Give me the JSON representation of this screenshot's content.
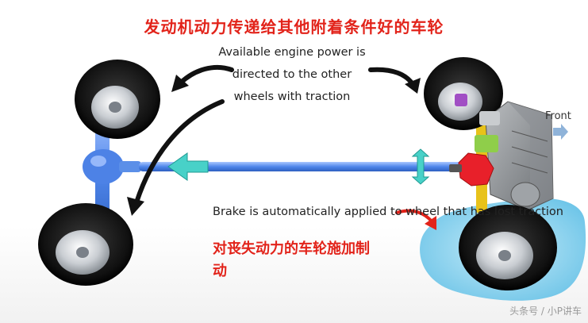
{
  "title_cn": "发动机动力传递给其他附着条件好的车轮",
  "engine_note": "Available engine power is directed to the other wheels with traction",
  "front_label": "Front",
  "brake_note": "Brake is automatically applied to wheel that has lost traction",
  "brake_note_cn": "对丧失动力的车轮施加制动",
  "watermark": "头条号 / 小P讲车",
  "colors": {
    "title_red": "#e2231a",
    "driveshaft_blue": "#5b8fe8",
    "arrow_cyan": "#48d1c8",
    "differential_red": "#e8202a",
    "water": "#8fd4ef",
    "arrow_black": "#111111"
  }
}
